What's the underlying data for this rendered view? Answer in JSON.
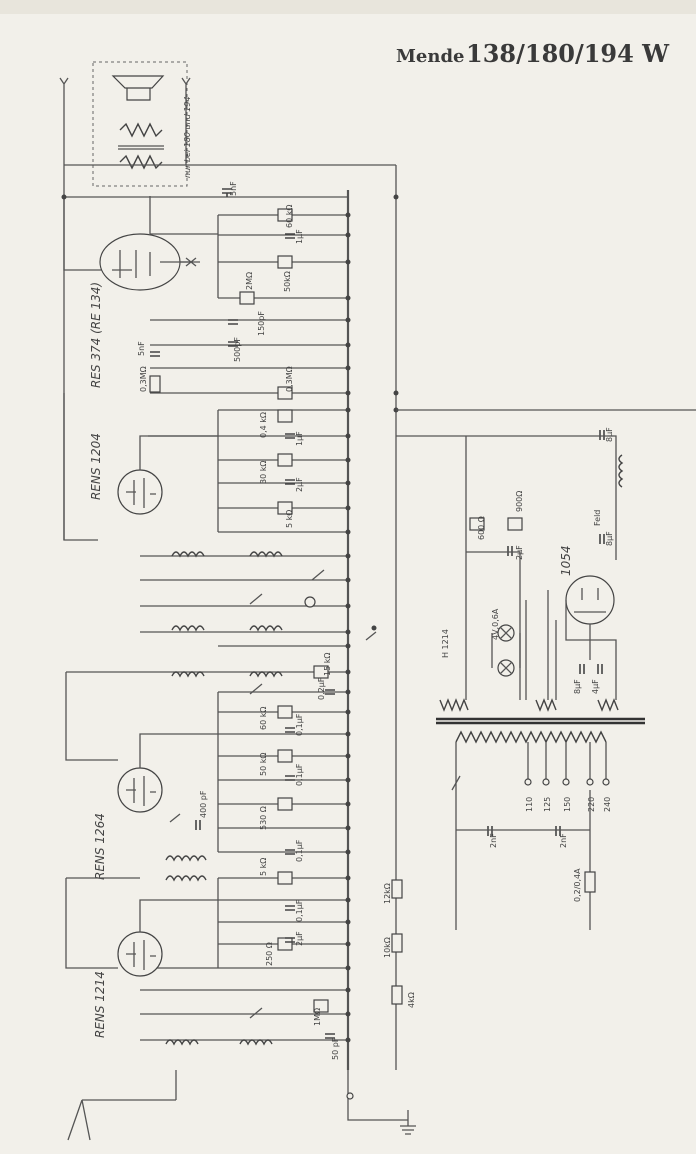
{
  "title": {
    "brand": "Mende",
    "models": "138/180/194 W"
  },
  "speaker_note": "nur bei 180 und 194",
  "tubes": [
    {
      "name": "RES 374 (RE 134)"
    },
    {
      "name": "RENS 1204"
    },
    {
      "name": "RENS 1264"
    },
    {
      "name": "RENS 1214"
    },
    {
      "name": "1054"
    }
  ],
  "component_labels": {
    "c_5nF_top": "5nF",
    "r_60k": "60 kΩ",
    "c_1uF_a": "1µF",
    "r_50k": "50kΩ",
    "r_2M": "2MΩ",
    "c_150pF": "150pF",
    "c_500pF": "500pF",
    "c_5nF_mid": "5nF",
    "r_03M_a": "0,3MΩ",
    "r_03M_b": "0,3MΩ",
    "r_04k": "0,4 kΩ",
    "c_1uF_b": "1µF",
    "r_30k": "30 kΩ",
    "c_2uF_a": "2µF",
    "r_5k_a": "5 kΩ",
    "c_8uF_top": "8µF",
    "field": "Feld",
    "c_8uF_b": "8µF",
    "r_600": "600 Ω",
    "r_900": "900Ω",
    "lamp": "4V,0,6A",
    "c_2uF_b": "2µF",
    "tube_h1214": "H 1214",
    "r_15k": "15 kΩ",
    "c_02uF": "0,2µF",
    "r_60k_b": "60 kΩ",
    "c_01uF_a": "0,1µF",
    "r_50k_b": "50 kΩ",
    "c_01uF_b": "0,1µF",
    "c_400pF": "400 pF",
    "r_530": "530 Ω",
    "r_5k_b": "5 kΩ",
    "c_01uF_c": "0,1µF",
    "r_12k": "12kΩ",
    "c_01uF_d": "0,1µF",
    "c_2uF_c": "2µF",
    "r_250": "250 Ω",
    "r_10k": "10kΩ",
    "r_4k": "4kΩ",
    "r_1M": "1MΩ",
    "c_50pF": "50 pF",
    "c_2nF_a": "2nF",
    "c_2nF_b": "2nF",
    "fuse": "0,2/0,4A",
    "c_8uF_c": "8µF",
    "c_4uF": "4µF",
    "taps": [
      "110",
      "125",
      "150",
      "220",
      "240"
    ]
  }
}
